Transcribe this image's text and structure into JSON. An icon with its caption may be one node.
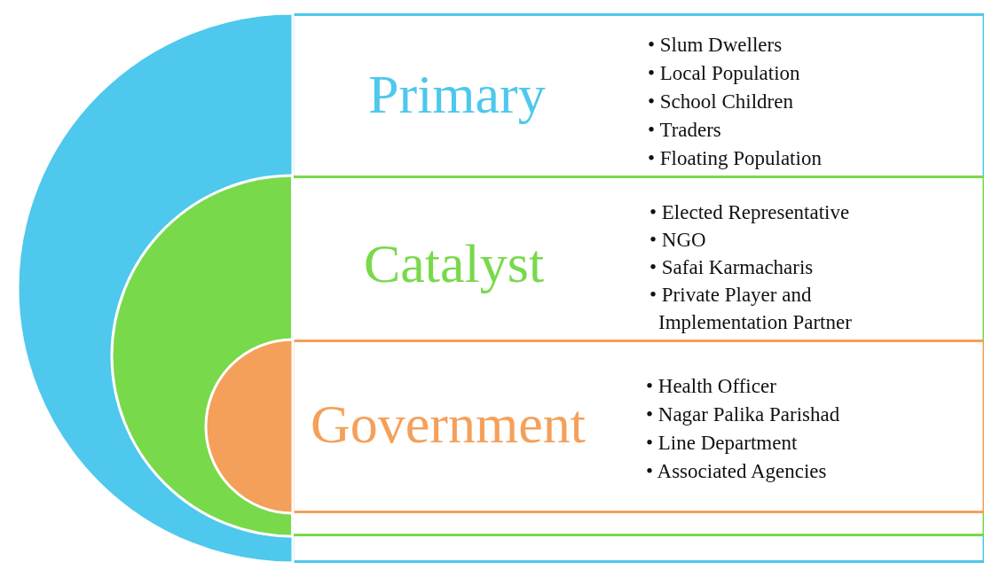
{
  "diagram": {
    "nodes": [
      {
        "text": [
          "Primary",
          "• Slum Dwellers",
          "• Local Population",
          "• School Children",
          "• Traders",
          "• Floating Population"
        ]
      },
      {
        "text": [
          "Catalyst",
          "• Elected Representative",
          "• NGO",
          "• Safai Karmacharis",
          "• Private Player and Implementation Partner"
        ],
        "in": 0
      },
      {
        "text": [
          "Government",
          "• Health Officer",
          "• Nagar Palika Parishad",
          "• Line Department",
          "• Associated Agencies"
        ],
        "in": 1
      }
    ]
  }
}
